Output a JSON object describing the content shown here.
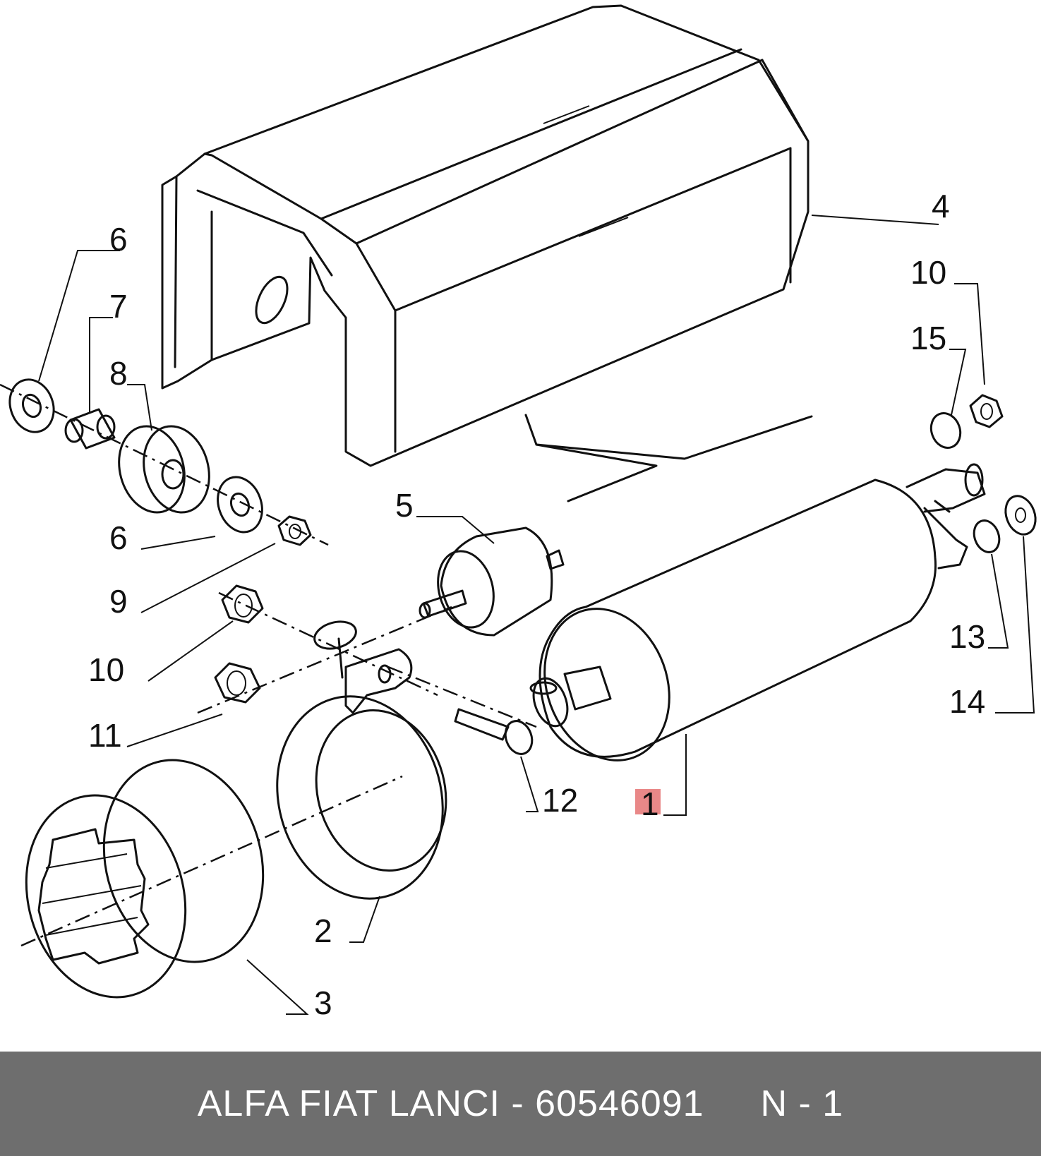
{
  "diagram": {
    "callouts": [
      {
        "id": "c4",
        "label": "4"
      },
      {
        "id": "c6a",
        "label": "6"
      },
      {
        "id": "c7",
        "label": "7"
      },
      {
        "id": "c8",
        "label": "8"
      },
      {
        "id": "c6b",
        "label": "6"
      },
      {
        "id": "c9",
        "label": "9"
      },
      {
        "id": "c10a",
        "label": "10"
      },
      {
        "id": "c11",
        "label": "11"
      },
      {
        "id": "c5",
        "label": "5"
      },
      {
        "id": "c10b",
        "label": "10"
      },
      {
        "id": "c15",
        "label": "15"
      },
      {
        "id": "c13",
        "label": "13"
      },
      {
        "id": "c14",
        "label": "14"
      },
      {
        "id": "c12",
        "label": "12"
      },
      {
        "id": "c1",
        "label": "1"
      },
      {
        "id": "c2",
        "label": "2"
      },
      {
        "id": "c3",
        "label": "3"
      }
    ],
    "highlight_color": "#e57373"
  },
  "footer": {
    "part_text": "ALFA FIAT LANCI - 60546091",
    "ref_text": "N - 1",
    "background": "#6e6e6e"
  }
}
